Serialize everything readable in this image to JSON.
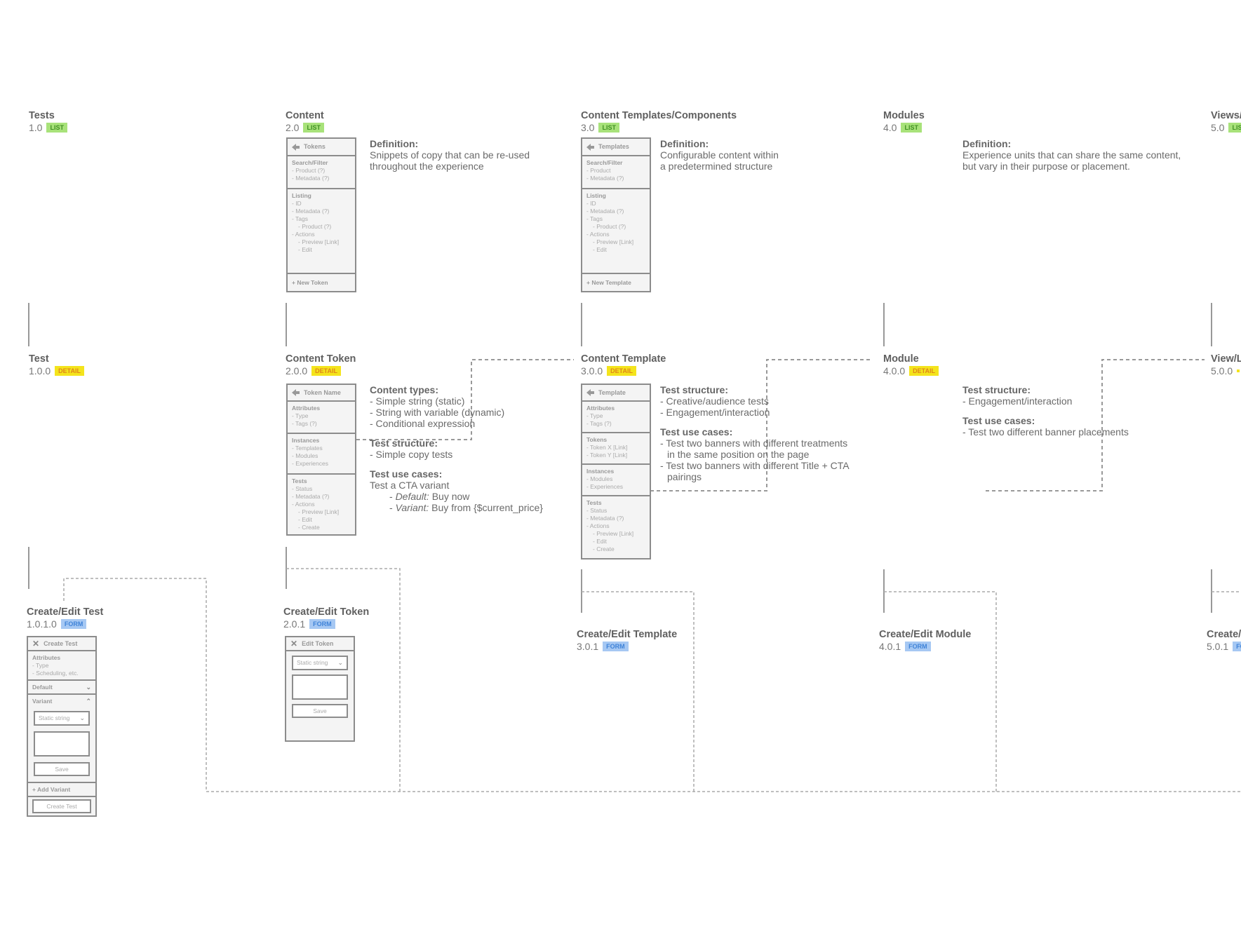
{
  "colors": {
    "list": "#a8e27a",
    "detail": "#f4e41c",
    "form": "#a6c8f3",
    "line": "#999999"
  },
  "row1": [
    {
      "title": "Tests",
      "version": "1.0",
      "badge": "LIST"
    },
    {
      "title": "Content",
      "version": "2.0",
      "badge": "LIST"
    },
    {
      "title": "Content Templates/Components",
      "version": "3.0",
      "badge": "LIST"
    },
    {
      "title": "Modules",
      "version": "4.0",
      "badge": "LIST"
    },
    {
      "title": "Views/",
      "version": "5.0",
      "badge": "LIS"
    }
  ],
  "row2": [
    {
      "title": "Test",
      "version": "1.0.0",
      "badge": "DETAIL"
    },
    {
      "title": "Content Token",
      "version": "2.0.0",
      "badge": "DETAIL"
    },
    {
      "title": "Content Template",
      "version": "3.0.0",
      "badge": "DETAIL"
    },
    {
      "title": "Module",
      "version": "4.0.0",
      "badge": "DETAIL"
    },
    {
      "title": "View/L",
      "version": "5.0.0",
      "badge": ""
    }
  ],
  "row3": [
    {
      "title": "Create/Edit Test",
      "version": "1.0.1.0",
      "badge": "FORM"
    },
    {
      "title": "Create/Edit Token",
      "version": "2.0.1",
      "badge": "FORM"
    },
    {
      "title": "Create/Edit Template",
      "version": "3.0.1",
      "badge": "FORM"
    },
    {
      "title": "Create/Edit Module",
      "version": "4.0.1",
      "badge": "FORM"
    },
    {
      "title": "Create/",
      "version": "5.0.1",
      "badge": "FO"
    }
  ],
  "descriptions": {
    "content": {
      "heading": "Definition:",
      "lines": [
        "Snippets of copy that can be re-used",
        "throughout the experience"
      ]
    },
    "templates": {
      "heading": "Definition:",
      "lines": [
        "Configurable content within",
        "a predetermined structure"
      ]
    },
    "modules": {
      "heading": "Definition:",
      "lines": [
        "Experience units that can share the same content,",
        "but vary in their purpose or placement."
      ]
    },
    "token": {
      "content_types_heading": "Content types:",
      "content_types": [
        "- Simple string (static)",
        "- String with variable (dynamic)",
        "- Conditional expression"
      ],
      "structure_heading": "Test structure:",
      "structure": [
        "- Simple copy tests"
      ],
      "use_heading": "Test use cases:",
      "use_intro": "Test a CTA variant",
      "use_items": [
        {
          "label": "Default:",
          "text": " Buy now"
        },
        {
          "label": "Variant:",
          "text": " Buy from {$current_price}"
        }
      ]
    },
    "template": {
      "structure_heading": "Test structure:",
      "structure": [
        "- Creative/audience tests",
        "- Engagement/interaction"
      ],
      "use_heading": "Test use cases:",
      "use": [
        "- Test two banners with different treatments",
        "in the same position on the page",
        "- Test two banners with different Title + CTA",
        "pairings"
      ]
    },
    "module": {
      "structure_heading": "Test structure:",
      "structure": [
        "- Engagement/interaction"
      ],
      "use_heading": "Test use cases:",
      "use": [
        "- Test two different banner placements"
      ]
    }
  },
  "wireframes": {
    "tokens_list": {
      "header": "Tokens",
      "search": {
        "title": "Search/Filter",
        "items": [
          "- Product (?)",
          "- Metadata (?)"
        ]
      },
      "listing": {
        "title": "Listing",
        "items": [
          "- ID",
          "- Metadata (?)",
          "- Tags",
          "- Product (?)",
          "- Actions",
          "- Preview [Link]",
          "- Edit"
        ]
      },
      "footer": "+ New Token"
    },
    "templates_list": {
      "header": "Templates",
      "search": {
        "title": "Search/Filter",
        "items": [
          "- Product",
          "- Metadata (?)"
        ]
      },
      "listing": {
        "title": "Listing",
        "items": [
          "- ID",
          "- Metadata (?)",
          "- Tags",
          "- Product (?)",
          "- Actions",
          "- Preview [Link]",
          "- Edit"
        ]
      },
      "footer": "+ New Template"
    },
    "token_detail": {
      "header": "Token Name",
      "attributes": {
        "title": "Attributes",
        "items": [
          "- Type",
          "- Tags (?)"
        ]
      },
      "instances": {
        "title": "Instances",
        "items": [
          "- Templates",
          "- Modules",
          "- Experiences"
        ]
      },
      "tests": {
        "title": "Tests",
        "items": [
          "- Status",
          "- Metadata (?)",
          "- Actions",
          "- Preview [Link]",
          "- Edit",
          "- Create"
        ]
      }
    },
    "template_detail": {
      "header": "Template",
      "attributes": {
        "title": "Attributes",
        "items": [
          "- Type",
          "- Tags (?)"
        ]
      },
      "tokens": {
        "title": "Tokens",
        "items": [
          "- Token X [Link]",
          "- Token Y [Link]"
        ]
      },
      "instances": {
        "title": "Instances",
        "items": [
          "- Modules",
          "- Experiences"
        ]
      },
      "tests": {
        "title": "Tests",
        "items": [
          "- Status",
          "- Metadata (?)",
          "- Actions",
          "- Preview [Link]",
          "- Edit",
          "- Create"
        ]
      }
    },
    "test_form": {
      "header": "Create Test",
      "attributes": {
        "title": "Attributes",
        "items": [
          "- Type",
          "- Scheduling, etc."
        ]
      },
      "default_label": "Default",
      "variant_label": "Variant",
      "select_value": "Static string",
      "save": "Save",
      "add_variant": "+ Add Variant",
      "create": "Create Test"
    },
    "token_form": {
      "header": "Edit Token",
      "select_value": "Static string",
      "save": "Save"
    }
  }
}
